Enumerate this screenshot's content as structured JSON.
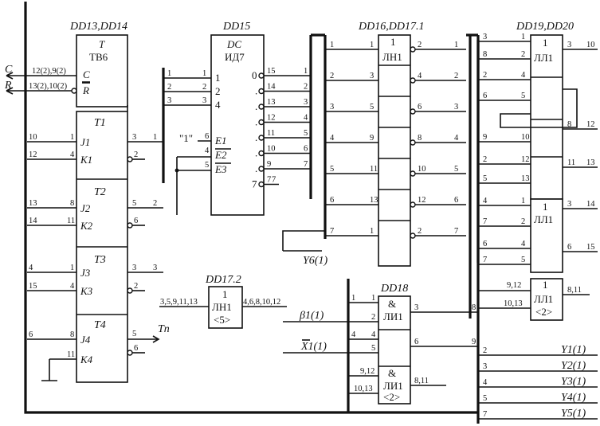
{
  "chips": {
    "dd13": {
      "ref": "DD13,DD14",
      "title": "T",
      "type": "TB6",
      "in_c": "C",
      "in_r": "R",
      "pins_c": "12(2),9(2)",
      "pins_r": "13(2),10(2)",
      "sig_c": "C",
      "sig_r": "R"
    },
    "t1": {
      "ref": "T1",
      "j": "J1",
      "k": "K1",
      "pin_j": "10",
      "pin_jr": "1",
      "pin_k": "12",
      "pin_kr": "4",
      "q": "3",
      "qb": "2",
      "q_out": "1"
    },
    "t2": {
      "ref": "T2",
      "j": "J2",
      "k": "K2",
      "pin_j": "13",
      "pin_jr": "8",
      "pin_k": "14",
      "pin_kr": "11",
      "q": "5",
      "qb": "6",
      "q_out": "2"
    },
    "t3": {
      "ref": "T3",
      "j": "J3",
      "k": "K3",
      "pin_j": "4",
      "pin_jr": "1",
      "pin_k": "15",
      "pin_kr": "4",
      "q": "3",
      "qb": "2",
      "q_out": "3"
    },
    "t4": {
      "ref": "T4",
      "j": "J4",
      "k": "K4",
      "pin_j": "6",
      "pin_jr": "8",
      "pin_kr": "11",
      "q": "5",
      "qb": "6",
      "out": "Tп"
    },
    "dd15": {
      "ref": "DD15",
      "title": "DC",
      "type": "ИД7",
      "inputs": [
        {
          "pin": "1",
          "label": "1"
        },
        {
          "pin": "2",
          "label": "2"
        },
        {
          "pin": "3",
          "label": "4"
        }
      ],
      "enables": [
        {
          "pin": "6",
          "label": "E1"
        },
        {
          "pin": "4",
          "label": "E2"
        },
        {
          "pin": "5",
          "label": "E3"
        }
      ],
      "one": "\"1\"",
      "outputs": [
        {
          "o": "0",
          "pin": "15",
          "n": "1"
        },
        {
          "o": "",
          "pin": "14",
          "n": "2"
        },
        {
          "o": "",
          "pin": "13",
          "n": "3"
        },
        {
          "o": "",
          "pin": "12",
          "n": "4"
        },
        {
          "o": "",
          "pin": "11",
          "n": "5"
        },
        {
          "o": "",
          "pin": "10",
          "n": "6"
        },
        {
          "o": "",
          "pin": "9",
          "n": "7"
        },
        {
          "o": "7",
          "pin": "7",
          "n": "7"
        }
      ]
    },
    "dd16": {
      "ref": "DD16,DD17.1",
      "title": "1",
      "type": "ЛН1",
      "rows": [
        {
          "in": "1",
          "out": "2",
          "left": "1",
          "right": "1"
        },
        {
          "in": "3",
          "out": "4",
          "left": "2",
          "right": "2"
        },
        {
          "in": "5",
          "out": "6",
          "left": "3",
          "right": "3"
        },
        {
          "in": "9",
          "out": "8",
          "left": "4",
          "right": "4"
        },
        {
          "in": "11",
          "out": "10",
          "left": "5",
          "right": "5"
        },
        {
          "in": "13",
          "out": "12",
          "left": "6",
          "right": "6"
        },
        {
          "in": "1",
          "out": "2",
          "left": "7",
          "right": "7"
        }
      ],
      "y6": "Y6(1)",
      "bus_top": "7"
    },
    "dd17_2": {
      "ref": "DD17.2",
      "title": "1",
      "type": "ЛН1",
      "sub": "<5>",
      "pins_in": "3,5,9,11,13",
      "pins_out": "4,6,8,10,12"
    },
    "dd18": {
      "ref": "DD18",
      "g1": "&",
      "t1": "ЛИ1",
      "g2": "&",
      "t2": "ЛИ1",
      "sub": "<2>",
      "beta": "β1(1)",
      "x": "X1(1)",
      "p1": "1",
      "p2": "2",
      "p3": "3",
      "p4": "4",
      "p5": "5",
      "p6": "6",
      "p912": "9,12",
      "p1013": "10,13",
      "p811": "8,11",
      "n1": "1",
      "n4": "4",
      "out8": "8",
      "out9": "9"
    },
    "dd19": {
      "ref": "DD19,DD20",
      "title": "1",
      "type": "ЛЛ1",
      "type2": "ЛЛ1",
      "type3": "ЛЛ1",
      "sub": "<2>",
      "p912": "9,12",
      "p1013": "10,13",
      "p811": "8,11"
    },
    "outputs": [
      "Y1(1)",
      "Y2(1)",
      "Y3(1)",
      "Y4(1)",
      "Y5(1)"
    ]
  },
  "colors": {
    "ink": "#111111",
    "paper": "#ffffff"
  }
}
